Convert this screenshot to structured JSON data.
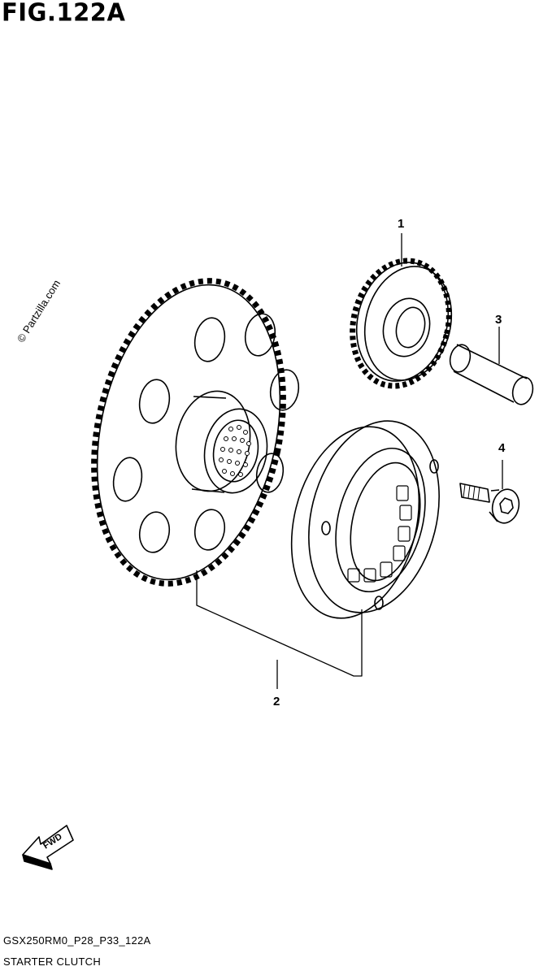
{
  "figure": {
    "title": "FIG.122A",
    "watermark": "© Partzilla.com",
    "fwd_label": "FWD",
    "code": "GSX250RM0_P28_P33_122A",
    "name": "STARTER CLUTCH"
  },
  "callouts": [
    {
      "id": "1",
      "label": "1"
    },
    {
      "id": "2",
      "label": "2"
    },
    {
      "id": "3",
      "label": "3"
    },
    {
      "id": "4",
      "label": "4"
    }
  ]
}
